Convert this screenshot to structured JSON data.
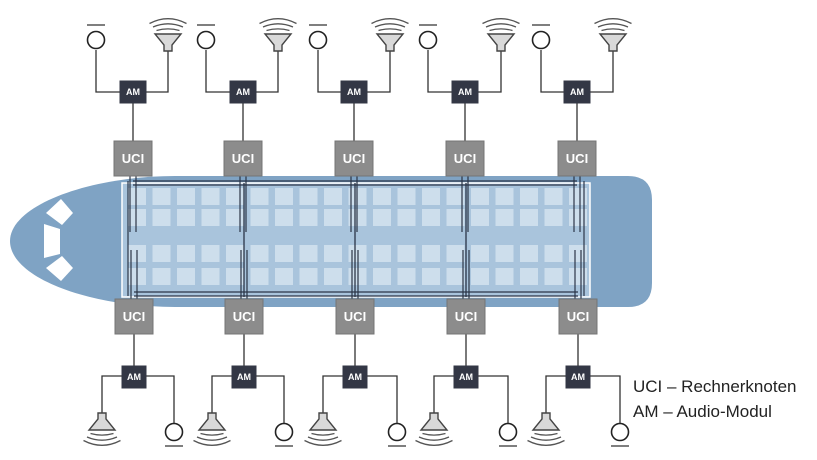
{
  "node_label": "UCI",
  "module_label": "AM",
  "legend": [
    {
      "text": "UCI – Rechnerknoten"
    },
    {
      "text": "AM – Audio-Modul"
    }
  ],
  "colors": {
    "fuselage": "#7fa3c4",
    "cabin_block": "#a9c4dc",
    "cabin_cell": "#d4e3ef",
    "cabin_outline": "#ffffff",
    "uci_box": "#8c8c8c",
    "uci_border": "#757575",
    "am_box": "#333745",
    "bus_line": "#2b3547",
    "wire": "#333333",
    "text_light": "#ffffff",
    "legend_text": "#222222"
  },
  "icons": [
    "microphone-icon",
    "loudspeaker-icon",
    "cockpit-window-icon"
  ],
  "groups": [
    {
      "id": 1
    },
    {
      "id": 2
    },
    {
      "id": 3
    },
    {
      "id": 4
    },
    {
      "id": 5
    }
  ]
}
